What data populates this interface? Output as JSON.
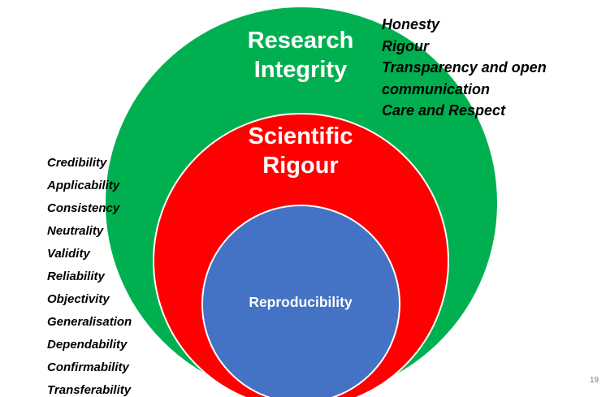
{
  "diagram": {
    "circles": [
      {
        "label": "Research Integrity",
        "color": "#00B050"
      },
      {
        "label": "Scientific Rigour",
        "color": "#FF0000"
      },
      {
        "label": "Reproducibility",
        "color": "#4472C4"
      }
    ],
    "integrity_values": [
      "Honesty",
      "Rigour",
      "Transparency and open communication",
      "Care and Respect"
    ],
    "rigour_criteria": [
      "Credibility",
      "Applicability",
      "Consistency",
      "Neutrality",
      "Validity",
      "Reliability",
      "Objectivity",
      "Generalisation",
      "Dependability",
      "Confirmability",
      "Transferability"
    ]
  },
  "slide": {
    "page_number": "19"
  }
}
